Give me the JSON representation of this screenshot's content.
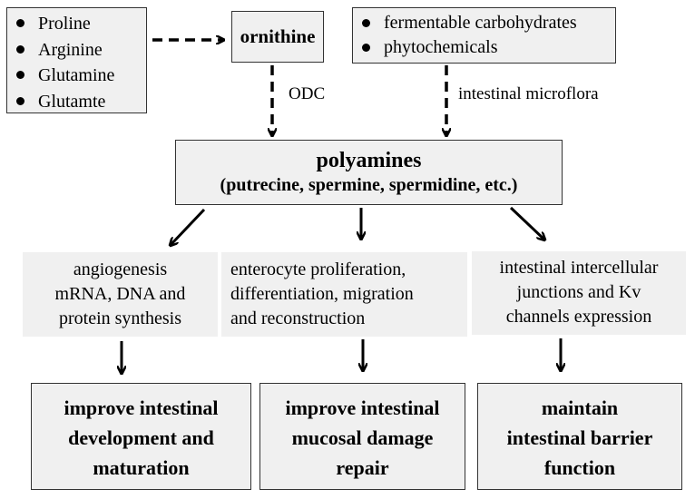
{
  "sources": {
    "amino_acids": [
      "Proline",
      "Arginine",
      "Glutamine",
      "Glutamte"
    ],
    "dietary": [
      "fermentable carbohydrates",
      "phytochemicals"
    ]
  },
  "ornithine": "ornithine",
  "edge_labels": {
    "odc": "ODC",
    "microflora": "intestinal microflora"
  },
  "polyamines": {
    "title": "polyamines",
    "subtitle": "(putrecine, spermine, spermidine, etc.)"
  },
  "effects": [
    [
      "angiogenesis",
      "mRNA, DNA and",
      "protein synthesis"
    ],
    [
      "enterocyte proliferation,",
      "differentiation, migration",
      "and reconstruction"
    ],
    [
      "intestinal intercellular",
      "junctions and Kv",
      "channels expression"
    ]
  ],
  "outcomes": [
    [
      "improve intestinal",
      "development and",
      "maturation"
    ],
    [
      "improve intestinal",
      "mucosal damage",
      "repair"
    ],
    [
      "maintain",
      "intestinal barrier",
      "function"
    ]
  ]
}
